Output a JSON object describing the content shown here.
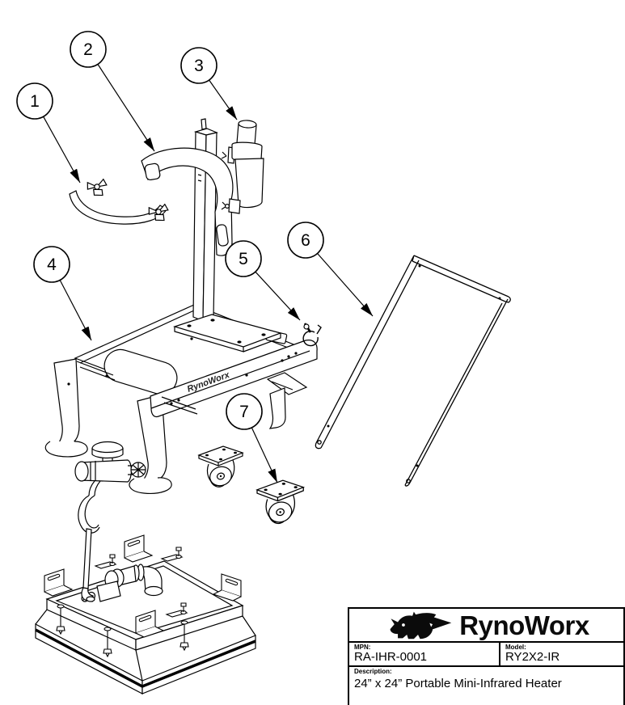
{
  "diagram": {
    "callouts": [
      {
        "number": "1"
      },
      {
        "number": "2"
      },
      {
        "number": "3"
      },
      {
        "number": "4"
      },
      {
        "number": "5"
      },
      {
        "number": "6"
      },
      {
        "number": "7"
      }
    ],
    "frame_label": "RynoWorx"
  },
  "title_block": {
    "brand": "RynoWorx",
    "mpn": {
      "label": "MPN:",
      "value": "RA-IHR-0001"
    },
    "model": {
      "label": "Model:",
      "value": "RY2X2-IR"
    },
    "description": {
      "label": "Description:",
      "value": "24” x 24” Portable Mini-Infrared Heater"
    }
  }
}
